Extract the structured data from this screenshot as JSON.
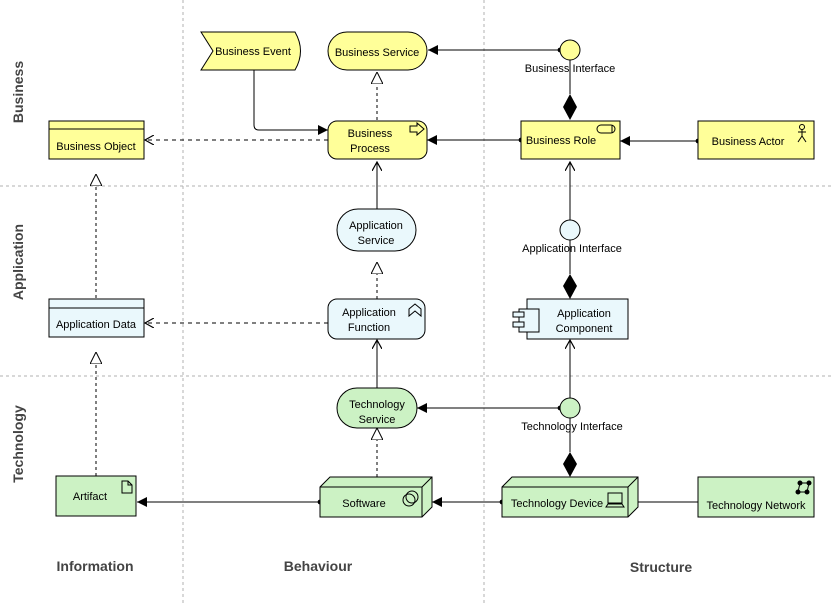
{
  "layers": {
    "business": "Business",
    "application": "Application",
    "technology": "Technology"
  },
  "aspects": {
    "information": "Information",
    "behaviour": "Behaviour",
    "structure": "Structure"
  },
  "elements": {
    "business_event": "Business Event",
    "business_service": "Business Service",
    "business_interface": "Business Interface",
    "business_object": "Business Object",
    "business_process_line1": "Business",
    "business_process_line2": "Process",
    "business_role": "Business Role",
    "business_actor": "Business Actor",
    "application_service_line1": "Application",
    "application_service_line2": "Service",
    "application_interface": "Application Interface",
    "application_data": "Application Data",
    "application_function_line1": "Application",
    "application_function_line2": "Function",
    "application_component_line1": "Application",
    "application_component_line2": "Component",
    "technology_service_line1": "Technology",
    "technology_service_line2": "Service",
    "technology_interface": "Technology Interface",
    "artifact": "Artifact",
    "software": "Software",
    "technology_device": "Technology Device",
    "technology_network": "Technology Network"
  },
  "colors": {
    "business": "#ffff99",
    "application": "#eaf8fc",
    "technology": "#ccf2c4",
    "stroke": "#000000",
    "grid": "#b0b0b0"
  }
}
